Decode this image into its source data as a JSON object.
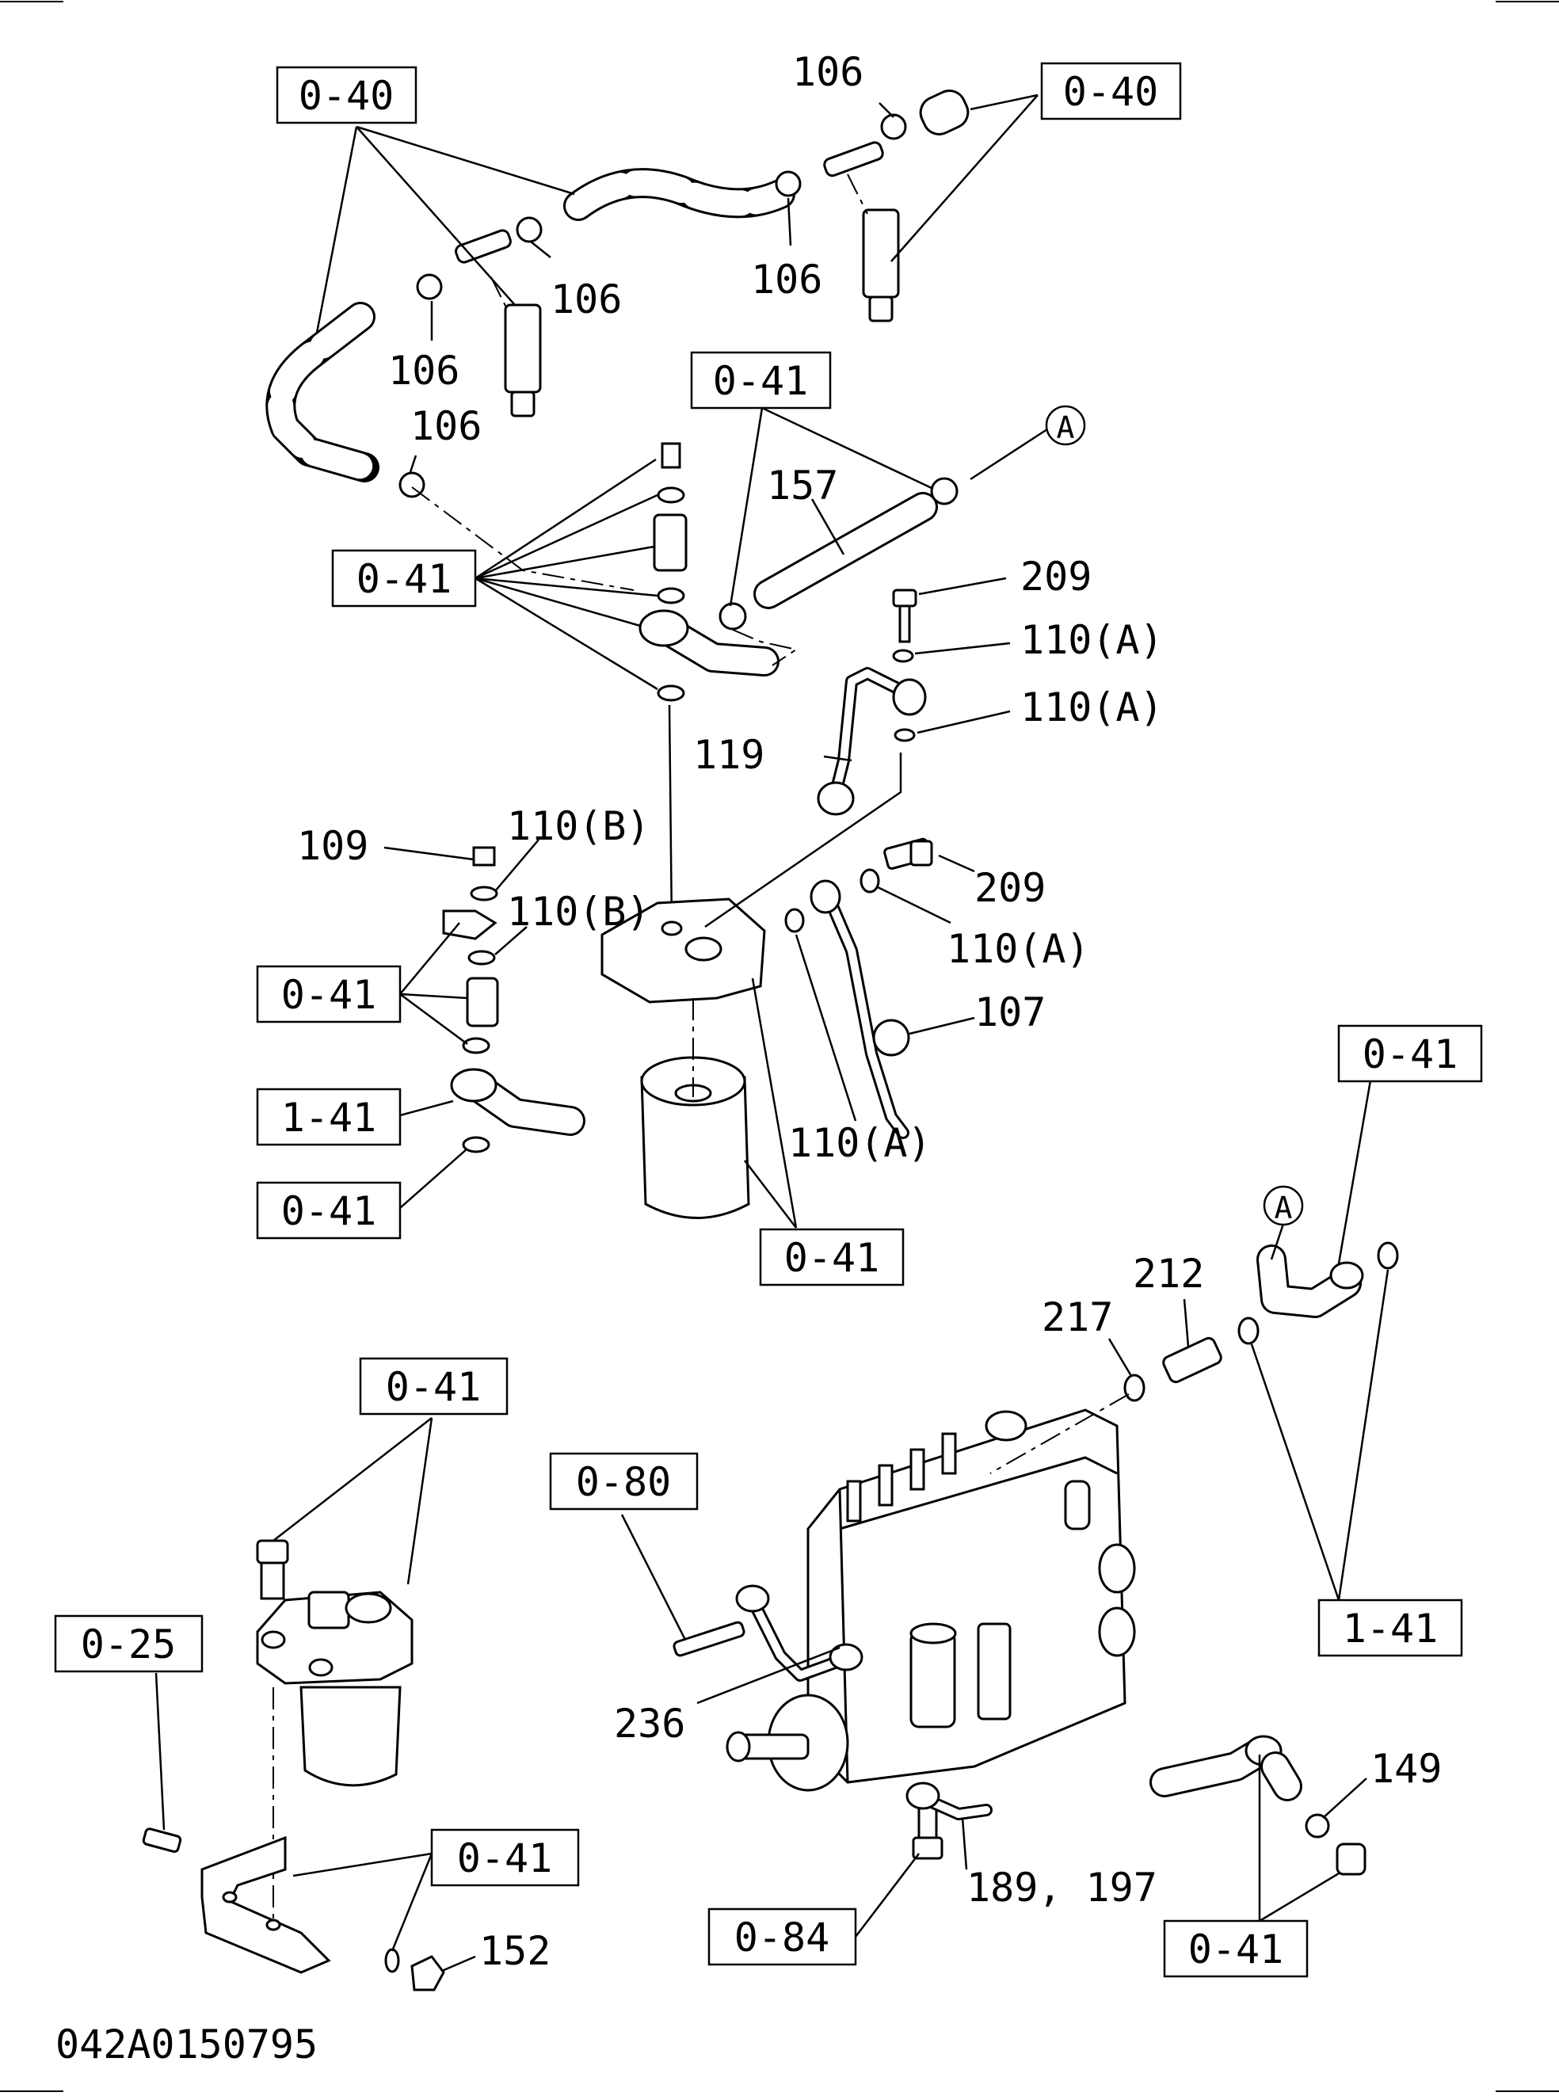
{
  "drawing_number": "042A0150795",
  "reference_boxes": [
    {
      "id": "r1",
      "text": "0-40"
    },
    {
      "id": "r2",
      "text": "0-40"
    },
    {
      "id": "r3",
      "text": "0-41"
    },
    {
      "id": "r4",
      "text": "0-41"
    },
    {
      "id": "r5",
      "text": "0-41"
    },
    {
      "id": "r6",
      "text": "1-41"
    },
    {
      "id": "r7",
      "text": "0-41"
    },
    {
      "id": "r8",
      "text": "0-41"
    },
    {
      "id": "r9",
      "text": "0-41"
    },
    {
      "id": "r10",
      "text": "0-41"
    },
    {
      "id": "r11",
      "text": "0-80"
    },
    {
      "id": "r12",
      "text": "0-25"
    },
    {
      "id": "r13",
      "text": "1-41"
    },
    {
      "id": "r14",
      "text": "0-41"
    },
    {
      "id": "r15",
      "text": "0-84"
    },
    {
      "id": "r16",
      "text": "0-41"
    }
  ],
  "part_labels": [
    {
      "id": "p1",
      "text": "106"
    },
    {
      "id": "p2",
      "text": "106"
    },
    {
      "id": "p3",
      "text": "106"
    },
    {
      "id": "p4",
      "text": "106"
    },
    {
      "id": "p5",
      "text": "106"
    },
    {
      "id": "p6",
      "text": "157"
    },
    {
      "id": "p7",
      "text": "209"
    },
    {
      "id": "p8",
      "text": "110(A)"
    },
    {
      "id": "p9",
      "text": "110(A)"
    },
    {
      "id": "p10",
      "text": "119"
    },
    {
      "id": "p11",
      "text": "109"
    },
    {
      "id": "p12",
      "text": "110(B)"
    },
    {
      "id": "p13",
      "text": "110(B)"
    },
    {
      "id": "p14",
      "text": "209"
    },
    {
      "id": "p15",
      "text": "110(A)"
    },
    {
      "id": "p16",
      "text": "107"
    },
    {
      "id": "p17",
      "text": "110(A)"
    },
    {
      "id": "p18",
      "text": "212"
    },
    {
      "id": "p19",
      "text": "217"
    },
    {
      "id": "p20",
      "text": "236"
    },
    {
      "id": "p21",
      "text": "149"
    },
    {
      "id": "p22",
      "text": "189, 197"
    },
    {
      "id": "p23",
      "text": "152"
    }
  ],
  "callouts": [
    {
      "id": "c1",
      "text": "A"
    },
    {
      "id": "c2",
      "text": "A"
    }
  ]
}
